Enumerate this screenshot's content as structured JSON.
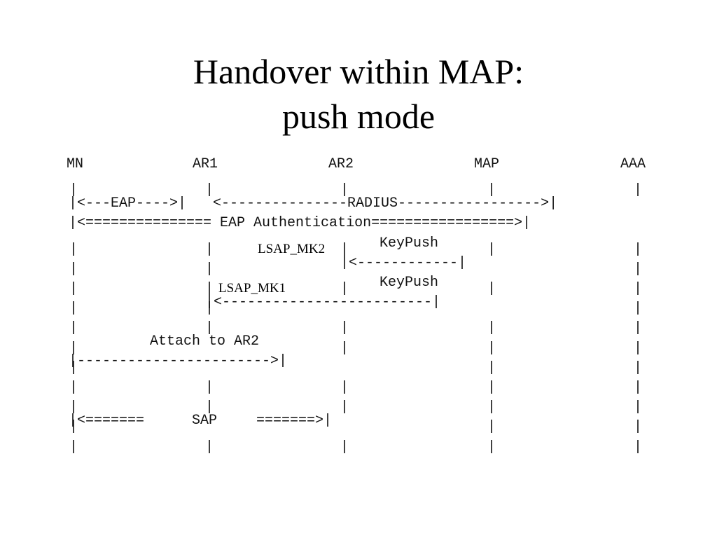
{
  "slide": {
    "title_line1": "Handover within MAP:",
    "title_line2": "push mode"
  },
  "diagram": {
    "entities": [
      "MN",
      "AR1",
      "AR2",
      "MAP",
      "AAA"
    ],
    "messages": {
      "eap": "|<---EAP---->|",
      "radius": "<---------------RADIUS----------------->|",
      "eap_auth": "|<=============== EAP Authentication=================>|",
      "keypush_1": "KeyPush",
      "arrow_map_to_ar2": "|<------------|",
      "keypush_2": "KeyPush",
      "arrow_map_to_ar1": "|<-------------------------|",
      "attach": "Attach to AR2",
      "arrow_mn_to_ar2": "|----------------------->|",
      "sap_left": "|<=======",
      "sap": "SAP",
      "sap_right": "=======>|"
    },
    "annotations": {
      "lsap_mk2": "LSAP_MK2",
      "lsap_mk1": "LSAP_MK1"
    }
  }
}
